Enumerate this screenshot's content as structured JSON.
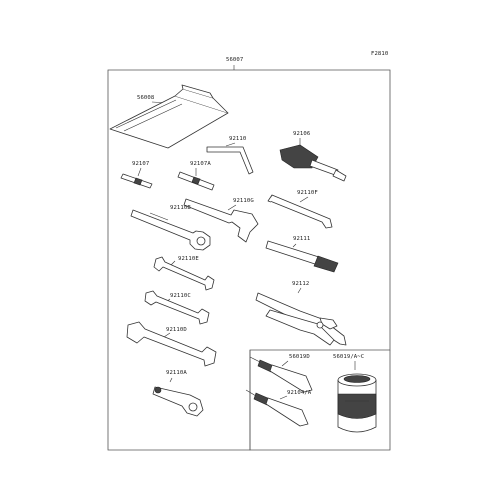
{
  "diagram": {
    "code": "F2810",
    "labels": {
      "kit": "56007",
      "pouch": "56008",
      "hex_key": "92110",
      "screwdriver_handle": "92106",
      "bit_plus": "92107",
      "bit_minus": "92107A",
      "ring_wrench": "92110B",
      "open_wrench_large": "92110G",
      "pin_spanner": "92110F",
      "extension": "92111",
      "open_wrench_e": "92110E",
      "pliers": "92112",
      "open_wrench_c": "92110C",
      "open_wrench_d": "92110D",
      "plug_wrench": "92110A",
      "grease_tube": "56019D",
      "grease_can": "56019/A~C",
      "sealant_tube": "92104/A"
    }
  }
}
